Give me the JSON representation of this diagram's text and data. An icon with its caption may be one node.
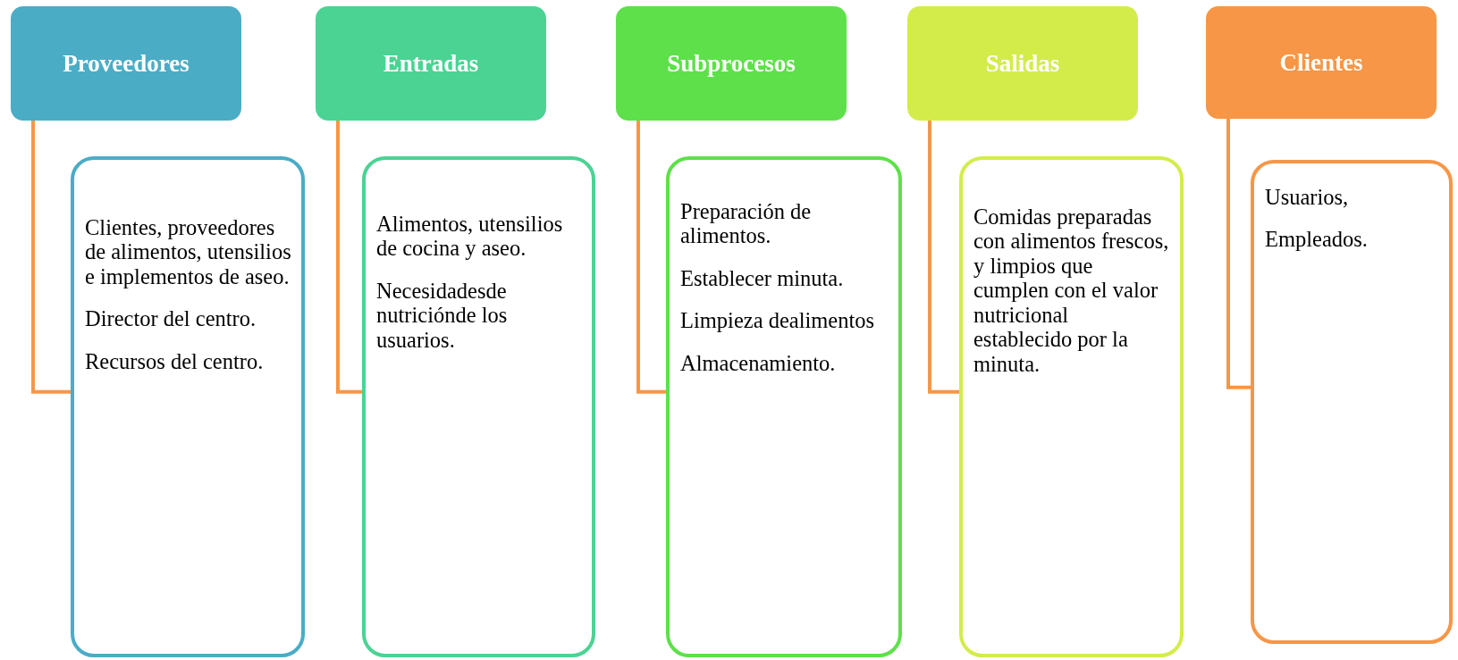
{
  "diagram": {
    "nodes": [
      {
        "text": [
          "Proveedores"
        ]
      },
      {
        "text": [
          "Entradas"
        ]
      },
      {
        "text": [
          "Subprocesos"
        ]
      },
      {
        "text": [
          "Salidas"
        ]
      },
      {
        "text": [
          "Clientes"
        ]
      },
      {
        "text": [
          "Clientes, proveedores de alimentos, utensilios e implementos de aseo.",
          "Director del centro.",
          "Recursos del centro."
        ]
      },
      {
        "text": [
          "Alimentos, utensilios de cocina y aseo.",
          "Necesidadesde nutriciónde los usuarios."
        ]
      },
      {
        "text": [
          "Preparación de alimentos.",
          "Establecer minuta.",
          "Limpieza dealimentos",
          "Almacenamiento."
        ]
      },
      {
        "text": [
          "Comidas preparadas con alimentos frescos, y limpios que cumplen con el valor nutricional establecido por la minuta."
        ]
      },
      {
        "text": [
          "Usuarios,",
          "Empleados."
        ]
      }
    ],
    "edges": [
      {
        "from": 0,
        "to": 5,
        "arrow": "none"
      },
      {
        "from": 1,
        "to": 6,
        "arrow": "none"
      },
      {
        "from": 2,
        "to": 7,
        "arrow": "none"
      },
      {
        "from": 3,
        "to": 8,
        "arrow": "none"
      },
      {
        "from": 4,
        "to": 9,
        "arrow": "none"
      }
    ]
  }
}
